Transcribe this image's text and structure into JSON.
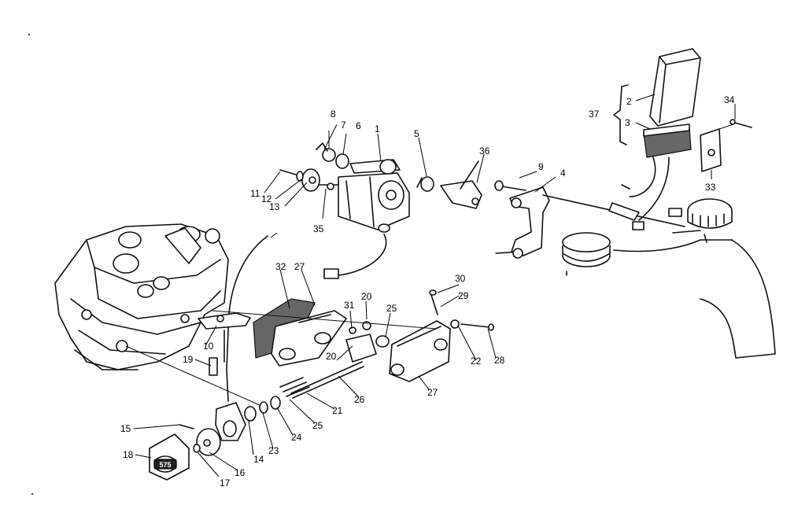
{
  "callouts": [
    {
      "id": "c1",
      "text": "1"
    },
    {
      "id": "c2",
      "text": "2"
    },
    {
      "id": "c3",
      "text": "3"
    },
    {
      "id": "c4",
      "text": "4"
    },
    {
      "id": "c5",
      "text": "5"
    },
    {
      "id": "c6",
      "text": "6"
    },
    {
      "id": "c7",
      "text": "7"
    },
    {
      "id": "c8",
      "text": "8"
    },
    {
      "id": "c9",
      "text": "9"
    },
    {
      "id": "c10",
      "text": "10"
    },
    {
      "id": "c11",
      "text": "11"
    },
    {
      "id": "c12",
      "text": "12"
    },
    {
      "id": "c13",
      "text": "13"
    },
    {
      "id": "c14",
      "text": "14"
    },
    {
      "id": "c15",
      "text": "15"
    },
    {
      "id": "c16",
      "text": "16"
    },
    {
      "id": "c17",
      "text": "17"
    },
    {
      "id": "c18",
      "text": "18"
    },
    {
      "id": "c19",
      "text": "19"
    },
    {
      "id": "c20a",
      "text": "20"
    },
    {
      "id": "c20b",
      "text": "20"
    },
    {
      "id": "c21",
      "text": "21"
    },
    {
      "id": "c22",
      "text": "22"
    },
    {
      "id": "c23",
      "text": "23"
    },
    {
      "id": "c24",
      "text": "24"
    },
    {
      "id": "c25a",
      "text": "25"
    },
    {
      "id": "c25b",
      "text": "25"
    },
    {
      "id": "c26",
      "text": "26"
    },
    {
      "id": "c27a",
      "text": "27"
    },
    {
      "id": "c27b",
      "text": "27"
    },
    {
      "id": "c28",
      "text": "28"
    },
    {
      "id": "c29",
      "text": "29"
    },
    {
      "id": "c30",
      "text": "30"
    },
    {
      "id": "c31",
      "text": "31"
    },
    {
      "id": "c32",
      "text": "32"
    },
    {
      "id": "c33",
      "text": "33"
    },
    {
      "id": "c34",
      "text": "34"
    },
    {
      "id": "c35",
      "text": "35"
    },
    {
      "id": "c36",
      "text": "36"
    },
    {
      "id": "c37",
      "text": "37"
    }
  ],
  "mirror_badge_text": "575"
}
